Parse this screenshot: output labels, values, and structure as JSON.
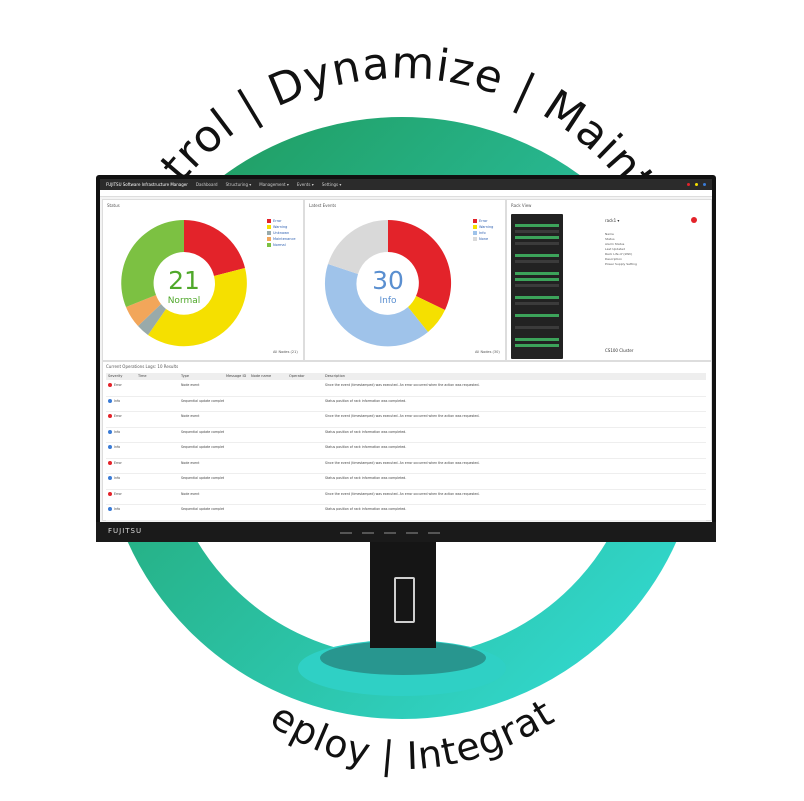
{
  "headline_top": "Control | Dynamize | Maintain",
  "headline_bottom": "Deploy | Integrate",
  "colors": {
    "ring_start": "#1f9a5b",
    "ring_end": "#33dcd6",
    "red": "#e3232a",
    "yellow": "#f5e000",
    "green": "#7cc142",
    "orange": "#f2a65a",
    "blue": "#9fc3ea",
    "grey": "#d9d9d9"
  },
  "monitor": {
    "brand": "FUJITSU",
    "app_title": "FUJITSU Software Infrastructure Manager",
    "nav": [
      "Dashboard",
      "Structuring ▾",
      "Management ▾",
      "Events ▾",
      "Settings ▾"
    ],
    "panels": {
      "status": {
        "title": "Status",
        "number": "21",
        "label": "Normal",
        "legend": [
          "Error",
          "Warning",
          "Unknown",
          "Maintenance",
          "Normal"
        ],
        "footer": "All Nodes (21)"
      },
      "events": {
        "title": "Latest Events",
        "number": "30",
        "label": "Info",
        "legend": [
          "Error",
          "Warning",
          "Info",
          "None"
        ],
        "footer": "All Nodes (30)"
      },
      "rack": {
        "title": "Rack View",
        "node_title": "rack1 ▾",
        "props": [
          "Name",
          "Status",
          "Alarm Status",
          "Last Updated",
          "Rack Life of (kWh)",
          "Description",
          "Power Supply Setting"
        ],
        "cluster_title": "CS100 Cluster"
      }
    },
    "log": {
      "title": "Current Operations Logs: 10 Results",
      "columns": [
        "Severity",
        "Time",
        "Type",
        "Message ID",
        "Node name",
        "Operator",
        "Description"
      ],
      "rows": [
        {
          "sev": "Error",
          "type": "Node event",
          "desc": "Since the event (timestamped) was executed. An error occurred when the action was requested."
        },
        {
          "sev": "Info",
          "type": "Sequential update completed",
          "desc": "Status position of rack information was completed."
        },
        {
          "sev": "Error",
          "type": "Node event",
          "desc": "Since the event (timestamped) was executed. An error occurred when the action was requested."
        },
        {
          "sev": "Info",
          "type": "Sequential update completed",
          "desc": "Status position of rack information was completed."
        },
        {
          "sev": "Info",
          "type": "Sequential update completed",
          "desc": "Status position of rack information was completed."
        },
        {
          "sev": "Error",
          "type": "Node event",
          "desc": "Since the event (timestamped) was executed. An error occurred when the action was requested."
        },
        {
          "sev": "Info",
          "type": "Sequential update completed",
          "desc": "Status position of rack information was completed."
        },
        {
          "sev": "Error",
          "type": "Node event",
          "desc": "Since the event (timestamped) was executed. An error occurred when the action was requested."
        },
        {
          "sev": "Info",
          "type": "Sequential update completed",
          "desc": "Status position of rack information was completed."
        }
      ]
    }
  }
}
